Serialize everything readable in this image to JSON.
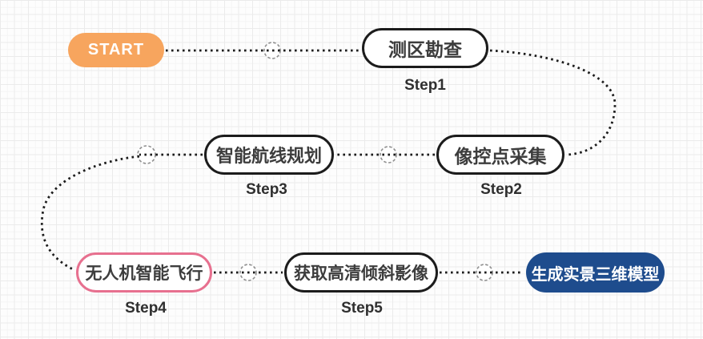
{
  "diagram": {
    "start": {
      "label": "START"
    },
    "nodes": [
      {
        "id": "survey",
        "label": "测区勘查",
        "step": "Step1"
      },
      {
        "id": "gcp",
        "label": "像控点采集",
        "step": "Step2"
      },
      {
        "id": "route",
        "label": "智能航线规划",
        "step": "Step3"
      },
      {
        "id": "flight",
        "label": "无人机智能飞行",
        "step": "Step4"
      },
      {
        "id": "imagery",
        "label": "获取高清倾斜影像",
        "step": "Step5"
      }
    ],
    "end": {
      "label": "生成实景三维模型"
    },
    "flow_order": [
      "START",
      "测区勘查",
      "像控点采集",
      "智能航线规划",
      "无人机智能飞行",
      "获取高清倾斜影像",
      "生成实景三维模型"
    ],
    "colors": {
      "start_fill": "#f7a55e",
      "end_fill": "#1e4c8d",
      "flight_border": "#e7708f",
      "node_border": "#1c1c1c",
      "connector": "#1c1c1c",
      "connection_circle_stroke": "#8f8f8f",
      "grid_line": "#ebebeb",
      "background": "#fdfdfd"
    }
  }
}
